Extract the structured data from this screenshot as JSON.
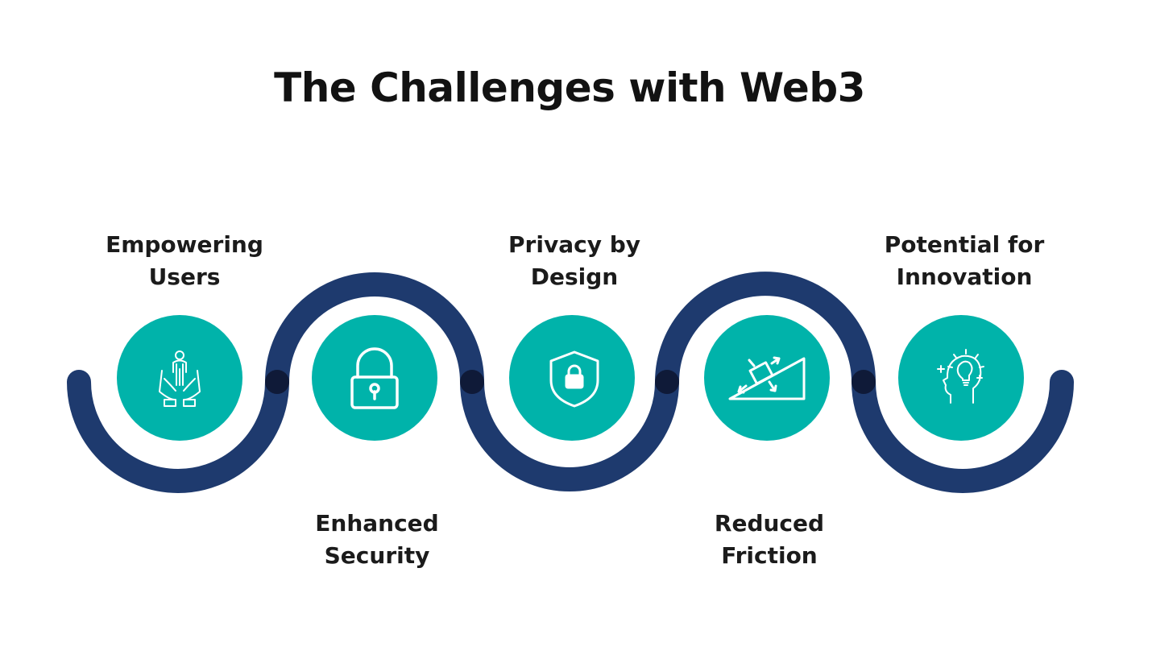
{
  "title": "The Challenges with Web3",
  "colors": {
    "wave": "#1e3a6e",
    "circle": "#00b3aa",
    "joint": "#0f1a38",
    "icon": "#ffffff",
    "text": "#1b1b1b"
  },
  "steps": [
    {
      "line1": "Empowering",
      "line2": "Users",
      "icon": "hands-person-icon",
      "position": "top"
    },
    {
      "line1": "Enhanced",
      "line2": "Security",
      "icon": "padlock-icon",
      "position": "bottom"
    },
    {
      "line1": "Privacy by",
      "line2": "Design",
      "icon": "shield-lock-icon",
      "position": "top"
    },
    {
      "line1": "Reduced",
      "line2": "Friction",
      "icon": "slope-friction-icon",
      "position": "bottom"
    },
    {
      "line1": "Potential for",
      "line2": "Innovation",
      "icon": "head-lightbulb-icon",
      "position": "top"
    }
  ]
}
